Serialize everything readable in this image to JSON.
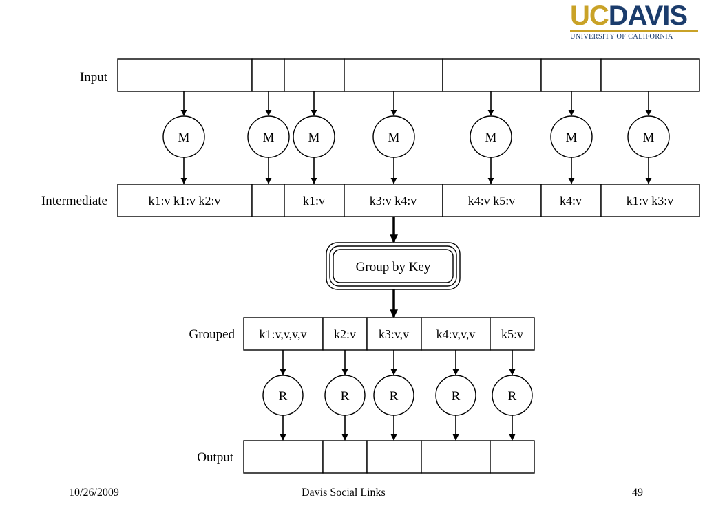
{
  "logo": {
    "uc": "UC",
    "davis": "DAVIS",
    "subtitle": "UNIVERSITY OF CALIFORNIA",
    "colors": {
      "gold": "#c9a227",
      "navy": "#1b3c6c"
    }
  },
  "rows": {
    "input": {
      "label": "Input"
    },
    "intermediate": {
      "label": "Intermediate",
      "cells": [
        "k1:v k1:v k2:v",
        "",
        "k1:v",
        "k3:v k4:v",
        "k4:v k5:v",
        "k4:v",
        "k1:v k3:v"
      ]
    },
    "grouped": {
      "label": "Grouped",
      "cells": [
        "k1:v,v,v,v",
        "k2:v",
        "k3:v,v",
        "k4:v,v,v",
        "k5:v"
      ]
    },
    "output": {
      "label": "Output"
    }
  },
  "map_label": "M",
  "reduce_label": "R",
  "group_label": "Group by Key",
  "footer": {
    "date": "10/26/2009",
    "title": "Davis Social Links",
    "page": "49"
  }
}
